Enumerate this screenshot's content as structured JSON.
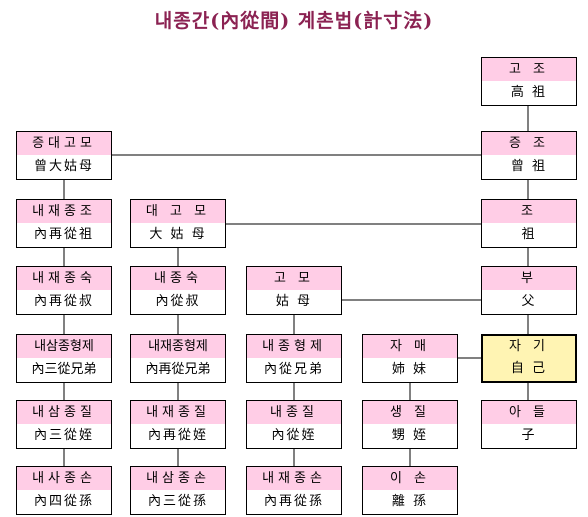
{
  "title": "내종간(內從間) 계촌법(計寸法)",
  "nodes": {
    "gojo": {
      "ko": "고 조",
      "hanja": "高 祖"
    },
    "jeungjo": {
      "ko": "증 조",
      "hanja": "曾 祖"
    },
    "jo": {
      "ko": "조",
      "hanja": "祖"
    },
    "bu": {
      "ko": "부",
      "hanja": "父"
    },
    "self": {
      "ko": "자 기",
      "hanja": "自 己"
    },
    "adeul": {
      "ko": "아 들",
      "hanja": "子"
    },
    "jeungdaegomo": {
      "ko": "증대고모",
      "hanja": "曾大姑母"
    },
    "naejaejongjo": {
      "ko": "내재종조",
      "hanja": "內再從祖"
    },
    "naejaejongsuk": {
      "ko": "내재종숙",
      "hanja": "內再從叔"
    },
    "naesamjonghyeongje": {
      "ko": "내삼종형제",
      "hanja": "內三從兄弟"
    },
    "naesamjongjil": {
      "ko": "내삼종질",
      "hanja": "內三從姪"
    },
    "naesajongson": {
      "ko": "내사종손",
      "hanja": "內四從孫"
    },
    "daegomo": {
      "ko": "대 고 모",
      "hanja": "大 姑 母"
    },
    "naejongsuk": {
      "ko": "내종숙",
      "hanja": "內從叔"
    },
    "naejaejonghyeongje": {
      "ko": "내재종형제",
      "hanja": "內再從兄弟"
    },
    "naejaejongjil": {
      "ko": "내재종질",
      "hanja": "內再從姪"
    },
    "naesamjongson": {
      "ko": "내삼종손",
      "hanja": "內三從孫"
    },
    "gomo": {
      "ko": "고 모",
      "hanja": "姑 母"
    },
    "naejonghyeongje": {
      "ko": "내종형제",
      "hanja": "內從兄弟"
    },
    "naejongjil": {
      "ko": "내종질",
      "hanja": "內從姪"
    },
    "naejaejongson": {
      "ko": "내재종손",
      "hanja": "內再從孫"
    },
    "jamae": {
      "ko": "자 매",
      "hanja": "姉 妹"
    },
    "saengjil": {
      "ko": "생 질",
      "hanja": "甥 姪"
    },
    "ison": {
      "ko": "이 손",
      "hanja": "離 孫"
    }
  }
}
